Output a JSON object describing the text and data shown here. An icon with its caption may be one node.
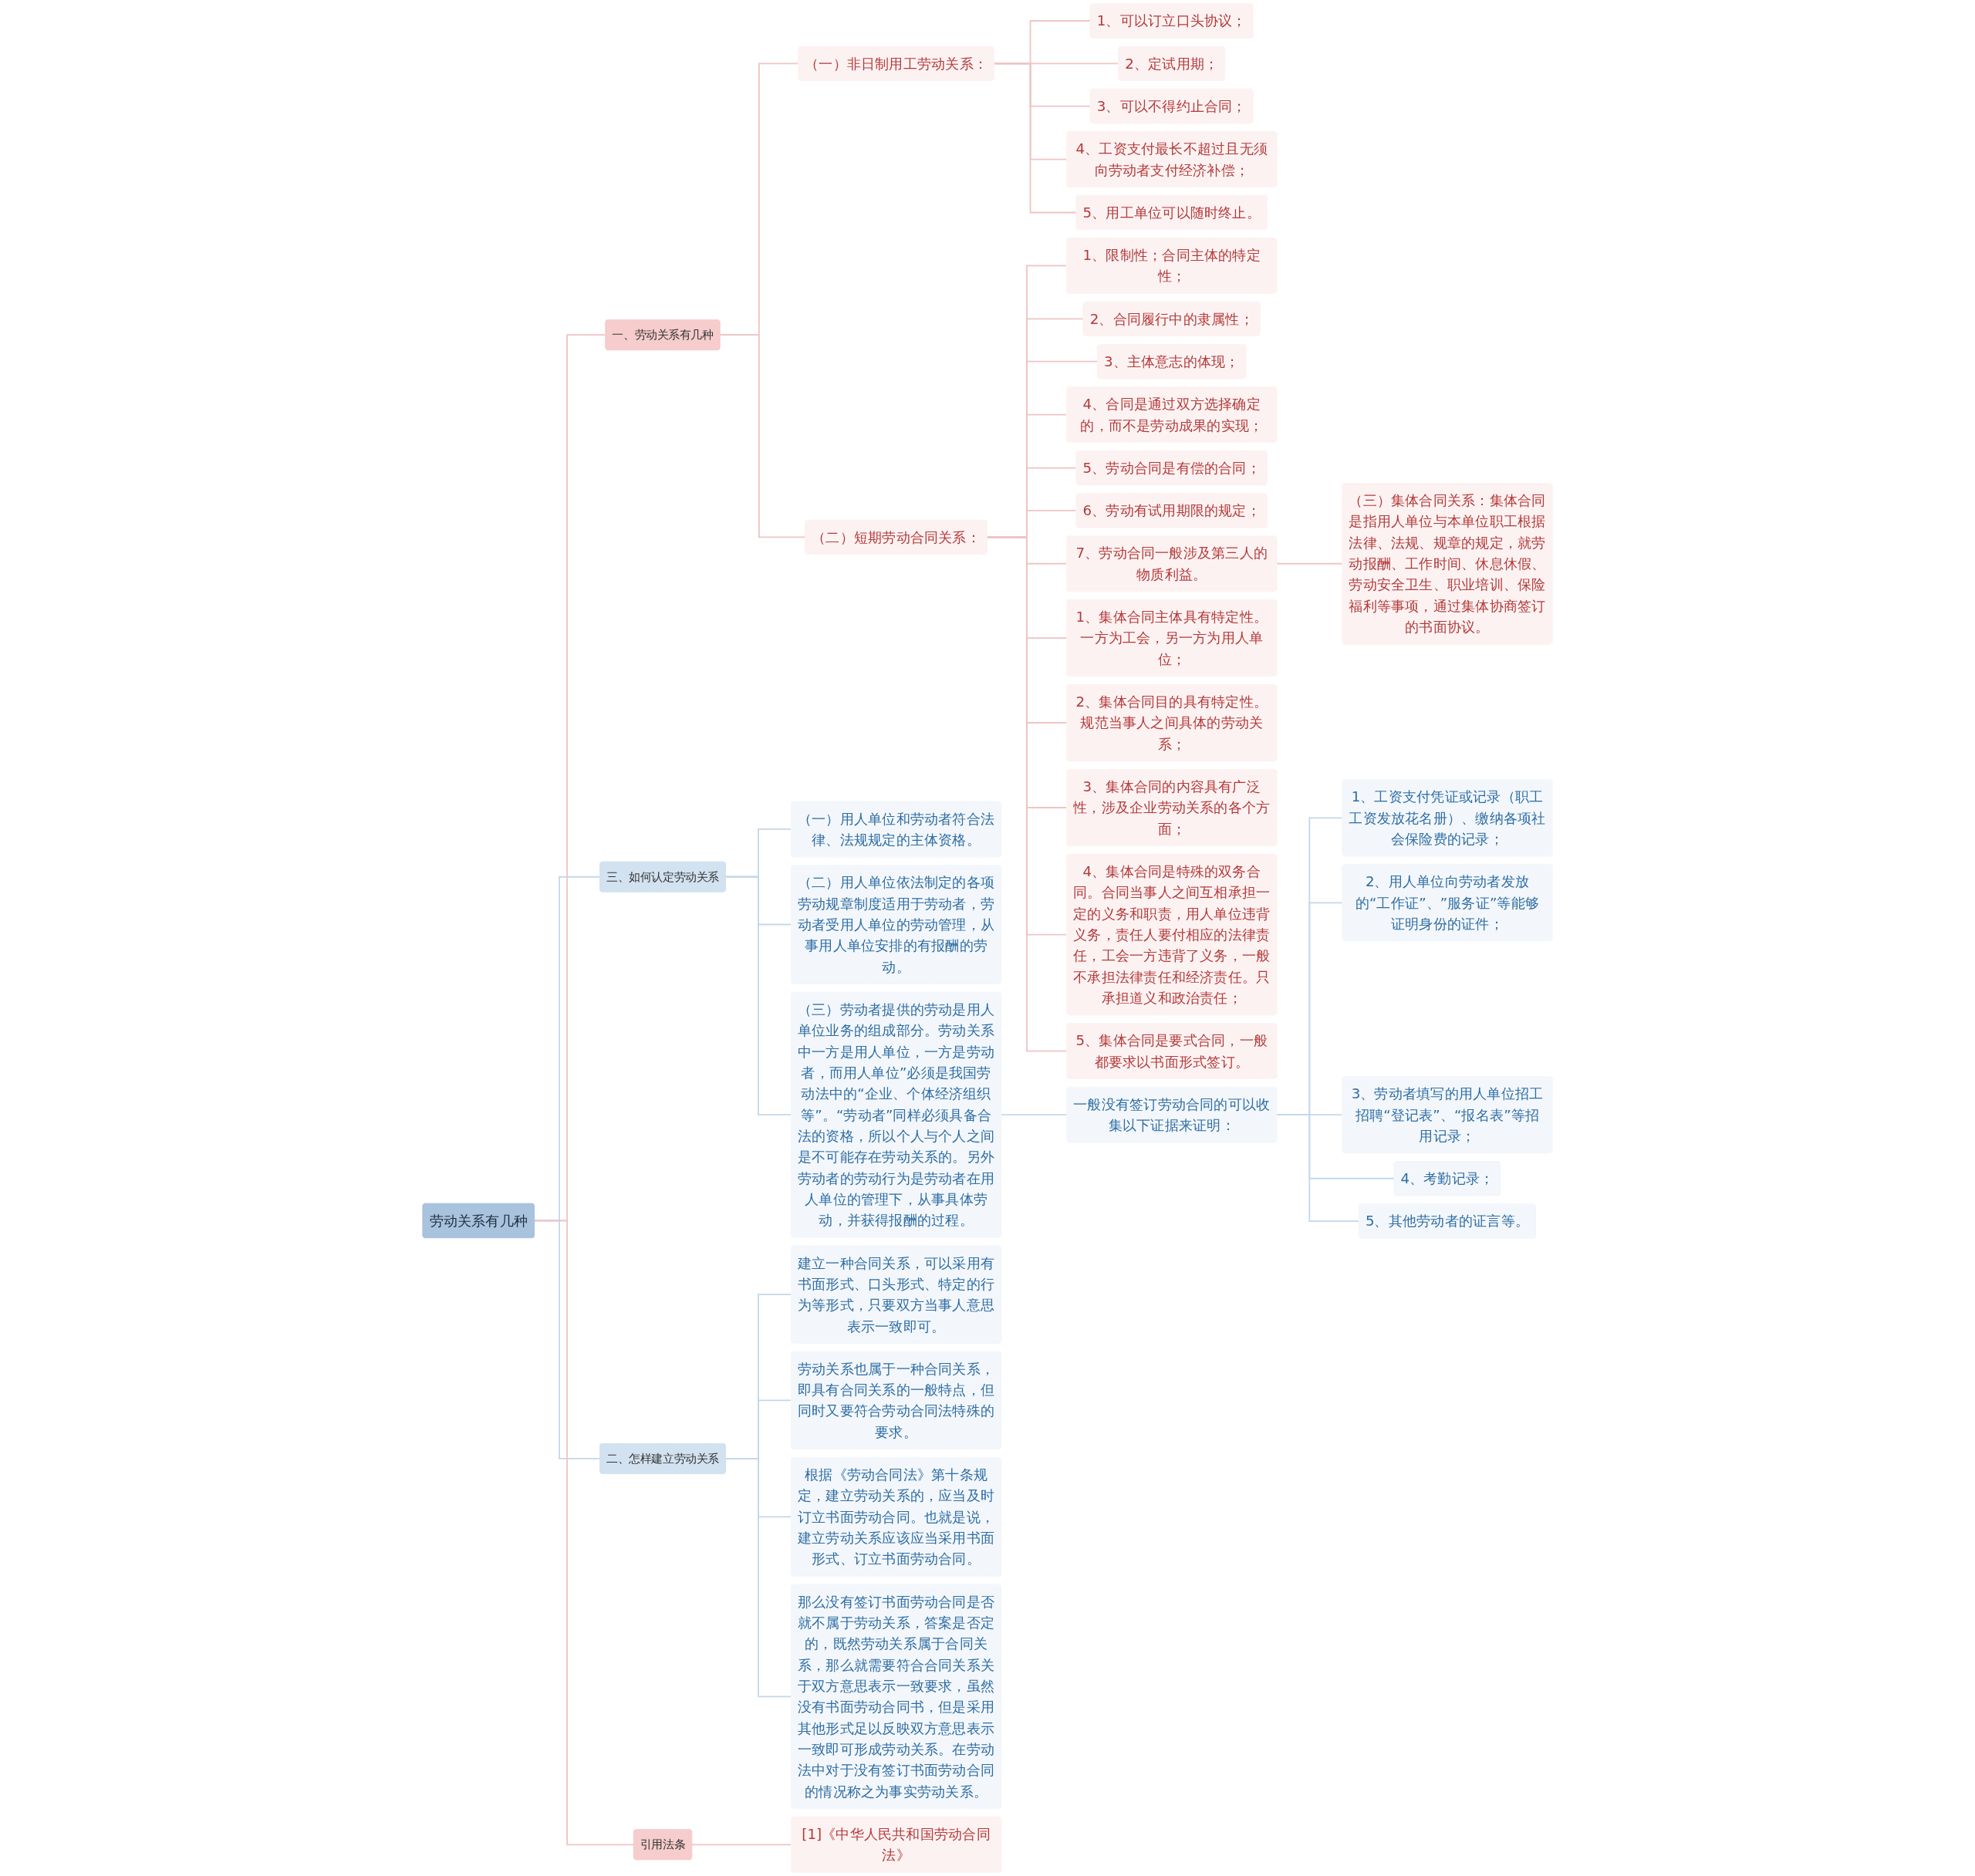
{
  "diagram": {
    "nodes": [
      {
        "text": [
          "劳动关系有几种"
        ]
      },
      {
        "text": [
          "一、劳动关系有几种"
        ]
      },
      {
        "text": [
          "（一）非日制用工劳动关系："
        ]
      },
      {
        "text": [
          "1、可以订立口头协议；"
        ]
      },
      {
        "text": [
          "2、定试用期；"
        ]
      },
      {
        "text": [
          "3、可以不得约止合同；"
        ]
      },
      {
        "text": [
          "4、工资支付最长不超过且无须向劳动者支付经济补偿；"
        ]
      },
      {
        "text": [
          "5、用工单位可以随时终止。"
        ]
      },
      {
        "text": [
          "（二）短期劳动合同关系："
        ]
      },
      {
        "text": [
          "1、限制性；合同主体的特定性；"
        ]
      },
      {
        "text": [
          "2、合同履行中的隶属性；"
        ]
      },
      {
        "text": [
          "3、主体意志的体现；"
        ]
      },
      {
        "text": [
          "4、合同是通过双方选择确定的，而不是劳动成果的实现；"
        ]
      },
      {
        "text": [
          "5、劳动合同是有偿的合同；"
        ]
      },
      {
        "text": [
          "6、劳动有试用期限的规定；"
        ]
      },
      {
        "text": [
          "7、劳动合同一般涉及第三人的物质利益。"
        ]
      },
      {
        "text": [
          "（三）集体合同关系：集体合同是指用人单位与本单位职工根据法律、法规、规章的规定，就劳动报酬、工作时间、休息休假、劳动安全卫生、职业培训、保险福利等事项，通过集体协商签订的书面协议。"
        ]
      },
      {
        "text": [
          "1、集体合同主体具有特定性。一方为工会，另一方为用人单位；"
        ]
      },
      {
        "text": [
          "2、集体合同目的具有特定性。规范当事人之间具体的劳动关系；"
        ]
      },
      {
        "text": [
          "3、集体合同的内容具有广泛性，涉及企业劳动关系的各个方面；"
        ]
      },
      {
        "text": [
          "4、集体合同是特殊的双务合同。合同当事人之间互相承担一定的义务和职责，用人单位违背义务，责任人要付相应的法律责任，工会一方违背了义务，一般不承担法律责任和经济责任。只承担道义和政治责任；"
        ]
      },
      {
        "text": [
          "5、集体合同是要式合同，一般都要求以书面形式签订。"
        ]
      },
      {
        "text": [
          "三、如何认定劳动关系"
        ]
      },
      {
        "text": [
          "（一）用人单位和劳动者符合法律、法规规定的主体资格。"
        ]
      },
      {
        "text": [
          "（二）用人单位依法制定的各项劳动规章制度适用于劳动者，劳动者受用人单位的劳动管理，从事用人单位安排的有报酬的劳动。"
        ]
      },
      {
        "text": [
          "（三）劳动者提供的劳动是用人单位业务的组成部分。劳动关系中一方是用人单位，一方是劳动者，而用人单位”必须是我国劳动法中的“企业、个体经济组织等”。“劳动者”同样必须具备合法的资格，所以个人与个人之间是不可能存在劳动关系的。另外劳动者的劳动行为是劳动者在用人单位的管理下，从事具体劳动，并获得报酬的过程。"
        ]
      },
      {
        "text": [
          "一般没有签订劳动合同的可以收集以下证据来证明："
        ]
      },
      {
        "text": [
          "1、工资支付凭证或记录（职工工资发放花名册）、缴纳各项社会保险费的记录；"
        ]
      },
      {
        "text": [
          "2、用人单位向劳动者发放的“工作证”、”服务证”等能够证明身份的证件；"
        ]
      },
      {
        "text": [
          "3、劳动者填写的用人单位招工招聘“登记表”、“报名表”等招用记录；"
        ]
      },
      {
        "text": [
          "4、考勤记录；"
        ]
      },
      {
        "text": [
          "5、其他劳动者的证言等。"
        ]
      },
      {
        "text": [
          "二、怎样建立劳动关系"
        ]
      },
      {
        "text": [
          "建立一种合同关系，可以采用有书面形式、口头形式、特定的行为等形式，只要双方当事人意思表示一致即可。"
        ]
      },
      {
        "text": [
          "劳动关系也属于一种合同关系，即具有合同关系的一般特点，但同时又要符合劳动合同法特殊的要求。"
        ]
      },
      {
        "text": [
          "根据《劳动合同法》第十条规定，建立劳动关系的，应当及时订立书面劳动合同。也就是说，建立劳动关系应该应当采用书面形式、订立书面劳动合同。"
        ]
      },
      {
        "text": [
          "那么没有签订书面劳动合同是否就不属于劳动关系，答案是否定的，既然劳动关系属于合同关系，那么就需要符合合同关系关于双方意思表示一致要求，虽然没有书面劳动合同书，但是采用其他形式足以反映双方意思表示一致即可形成劳动关系。在劳动法中对于没有签订书面劳动合同的情况称之为事实劳动关系。"
        ]
      },
      {
        "text": [
          "引用法条"
        ]
      },
      {
        "text": [
          "[1]《中华人民共和国劳动合同法》"
        ]
      }
    ],
    "edges": [
      {
        "from": 0,
        "to": 1,
        "arrow": "none"
      },
      {
        "from": 1,
        "to": 2,
        "arrow": "none"
      },
      {
        "from": 2,
        "to": 3,
        "arrow": "none"
      },
      {
        "from": 2,
        "to": 4,
        "arrow": "none"
      },
      {
        "from": 2,
        "to": 5,
        "arrow": "none"
      },
      {
        "from": 2,
        "to": 6,
        "arrow": "none"
      },
      {
        "from": 2,
        "to": 7,
        "arrow": "none"
      },
      {
        "from": 1,
        "to": 8,
        "arrow": "none"
      },
      {
        "from": 8,
        "to": 9,
        "arrow": "none"
      },
      {
        "from": 8,
        "to": 10,
        "arrow": "none"
      },
      {
        "from": 8,
        "to": 11,
        "arrow": "none"
      },
      {
        "from": 8,
        "to": 12,
        "arrow": "none"
      },
      {
        "from": 8,
        "to": 13,
        "arrow": "none"
      },
      {
        "from": 8,
        "to": 14,
        "arrow": "none"
      },
      {
        "from": 8,
        "to": 15,
        "arrow": "none"
      },
      {
        "from": 15,
        "to": 16,
        "arrow": "none"
      },
      {
        "from": 8,
        "to": 17,
        "arrow": "none"
      },
      {
        "from": 8,
        "to": 18,
        "arrow": "none"
      },
      {
        "from": 8,
        "to": 19,
        "arrow": "none"
      },
      {
        "from": 8,
        "to": 20,
        "arrow": "none"
      },
      {
        "from": 8,
        "to": 21,
        "arrow": "none"
      },
      {
        "from": 0,
        "to": 22,
        "arrow": "none",
        "color": "#c5d7e8"
      },
      {
        "from": 22,
        "to": 23,
        "arrow": "none",
        "color": "#c5d7e8"
      },
      {
        "from": 22,
        "to": 24,
        "arrow": "none",
        "color": "#c5d7e8"
      },
      {
        "from": 22,
        "to": 25,
        "arrow": "none",
        "color": "#c5d7e8"
      },
      {
        "from": 25,
        "to": 26,
        "arrow": "none",
        "color": "#c5d7e8"
      },
      {
        "from": 26,
        "to": 27,
        "arrow": "none",
        "color": "#c5d7e8"
      },
      {
        "from": 26,
        "to": 28,
        "arrow": "none",
        "color": "#c5d7e8"
      },
      {
        "from": 26,
        "to": 29,
        "arrow": "none",
        "color": "#c5d7e8"
      },
      {
        "from": 26,
        "to": 30,
        "arrow": "none",
        "color": "#c5d7e8"
      },
      {
        "from": 26,
        "to": 31,
        "arrow": "none",
        "color": "#c5d7e8"
      },
      {
        "from": 0,
        "to": 32,
        "arrow": "none",
        "color": "#c5d7e8"
      },
      {
        "from": 32,
        "to": 33,
        "arrow": "none",
        "color": "#c5d7e8"
      },
      {
        "from": 32,
        "to": 34,
        "arrow": "none",
        "color": "#c5d7e8"
      },
      {
        "from": 32,
        "to": 35,
        "arrow": "none",
        "color": "#c5d7e8"
      },
      {
        "from": 32,
        "to": 36,
        "arrow": "none",
        "color": "#c5d7e8"
      },
      {
        "from": 0,
        "to": 37,
        "arrow": "none"
      },
      {
        "from": 37,
        "to": 38,
        "arrow": "none"
      }
    ]
  }
}
